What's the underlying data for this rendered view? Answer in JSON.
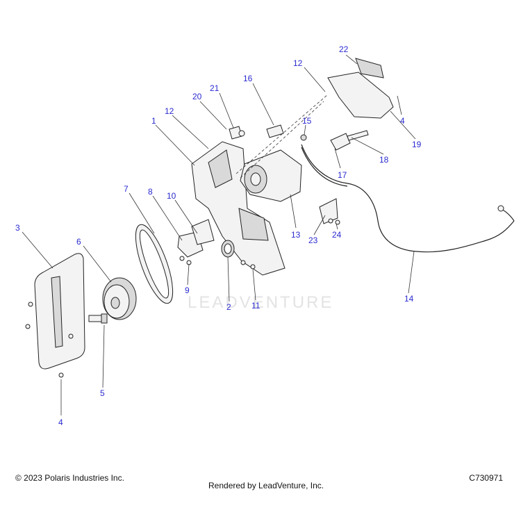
{
  "watermark": "LEADVENTURE",
  "footer": {
    "copyright": "© 2023 Polaris Industries Inc.",
    "rendered_by": "Rendered by LeadVenture, Inc.",
    "diagram_code": "C730971"
  },
  "callouts": [
    "22",
    "12",
    "16",
    "21",
    "20",
    "12",
    "1",
    "15",
    "4",
    "19",
    "18",
    "17",
    "7",
    "8",
    "10",
    "3",
    "6",
    "13",
    "23",
    "24",
    "2",
    "11",
    "9",
    "14",
    "5",
    "4"
  ],
  "colors": {
    "callout": "#2a2ad0",
    "line": "#222222"
  }
}
